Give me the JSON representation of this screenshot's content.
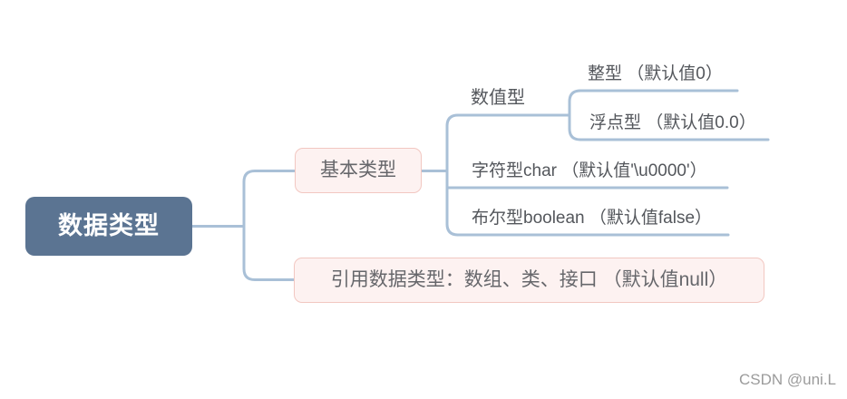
{
  "root": {
    "label": "数据类型"
  },
  "branches": {
    "basic": {
      "label": "基本类型"
    },
    "reference": {
      "label": "引用数据类型：数组、类、接口 （默认值null）"
    }
  },
  "leaves": {
    "numeric": {
      "label": "数值型"
    },
    "integer": {
      "label": "整型 （默认值0）"
    },
    "float": {
      "label": "浮点型 （默认值0.0）"
    },
    "char": {
      "label": "字符型char （默认值'\\u0000'）"
    },
    "boolean": {
      "label": "布尔型boolean （默认值false）"
    }
  },
  "watermark": {
    "label": "CSDN @uni.L"
  },
  "colors": {
    "canvas-bg": "#ffffff",
    "root-bg": "#5b7492",
    "root-text": "#ffffff",
    "branch-bg": "#fdf2f1",
    "branch-border": "#f2c7c1",
    "branch-text": "#66676b",
    "leaf-text": "#54575c",
    "connector": "#a9c0d7",
    "watermark-text": "#9b9b9b"
  }
}
